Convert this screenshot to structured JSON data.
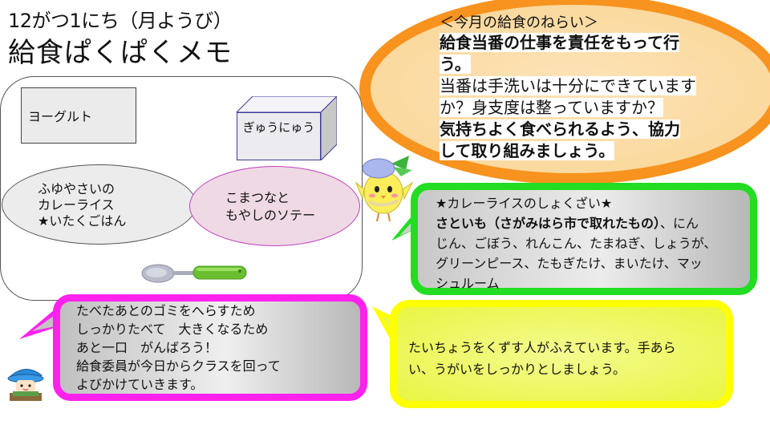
{
  "header": {
    "date": "12がつ1にち（月ようび）",
    "title": "給食ぱくぱくメモ"
  },
  "menu": {
    "yogurt": "ヨーグルト",
    "milk": "ぎゅうにゅう",
    "curry_lines": [
      "ふゆやさいの",
      "カレーライス",
      "★いたくごはん"
    ],
    "saute_lines": [
      "こまつなと",
      "もやしのソテー"
    ],
    "utensil": "spoon-icon"
  },
  "aim": {
    "heading": "＜今月の給食のねらい＞",
    "line1": "給食当番の仕事を責任をもって行",
    "line2": "う。",
    "line3": "当番は手洗いは十分にできています",
    "line4": "か？身支度は整っていますか？",
    "line5": "気持ちよく食べられるよう、協力",
    "line6": "して取り組みましょう。",
    "border_color": "#f7931e"
  },
  "ingredients": {
    "heading": "★カレーライスのしょくざい★",
    "bold_part": "さといも（さがみはら市で取れたもの）",
    "rest_first": "、にん",
    "line2": "じん、ごぼう、れんこん、たまねぎ、しょうが、",
    "line3": "グリーンピース、たもぎたけ、まいたけ、マッ",
    "line4": "シュルーム",
    "border_color": "#22dd22"
  },
  "waste": {
    "lines": [
      "たべたあとのゴミをへらすため",
      "しっかりたべて　大きくなるため",
      "あと一口　がんばろう！",
      "給食委員が今日からクラスを回って",
      "よびかけていきます。"
    ],
    "border_color": "#ff22ee"
  },
  "health": {
    "line1": "たいちょうをくずす人がふえています。手あら",
    "line2": "い、うがいをしっかりとしましょう。",
    "border_color": "#ffff00"
  },
  "characters": {
    "chick": "chick-mascot-icon",
    "wizard": "wizard-mascot-icon"
  }
}
